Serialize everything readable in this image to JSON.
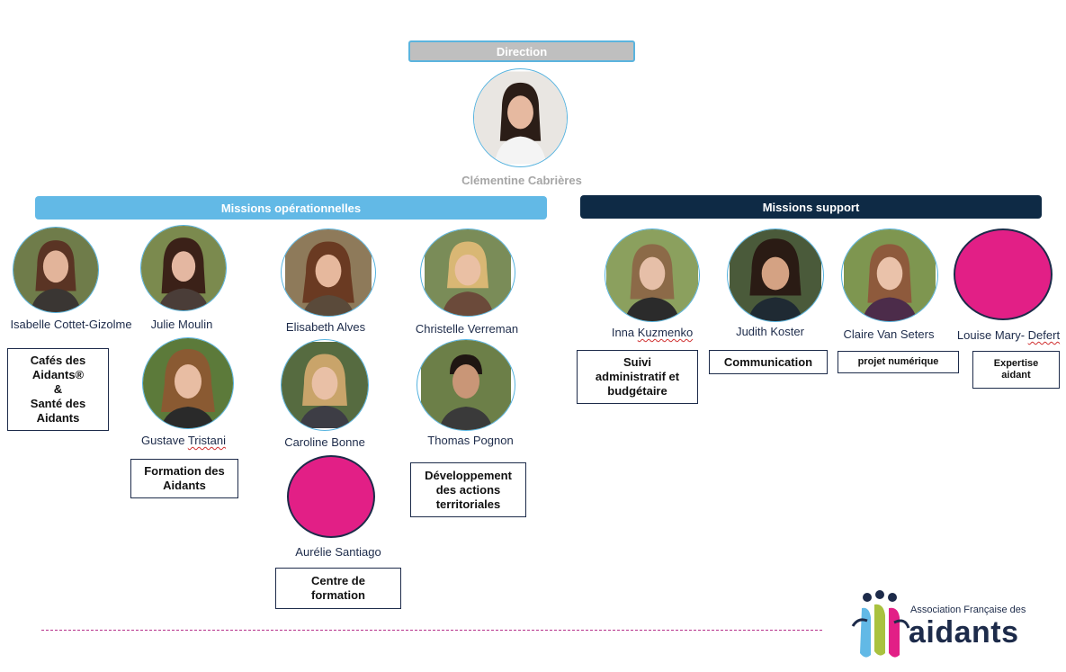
{
  "headers": {
    "direction": "Direction",
    "operational": "Missions opérationnelles",
    "support": "Missions support"
  },
  "director": {
    "name": "Clémentine Cabrières"
  },
  "operational": {
    "people": [
      {
        "name": "Isabelle Cottet-Gizolme"
      },
      {
        "name": "Julie Moulin"
      },
      {
        "name": "Elisabeth Alves"
      },
      {
        "name": "Christelle Verreman"
      },
      {
        "name_first": "Gustave ",
        "name_last": "Tristani"
      },
      {
        "name": "Caroline Bonne"
      },
      {
        "name": "Thomas Pognon"
      },
      {
        "name": "Aurélie Santiago"
      }
    ],
    "roles": {
      "cafes": [
        "Cafés des",
        "Aidants®",
        "&",
        "Santé des",
        "Aidants"
      ],
      "formation_aidants": [
        "Formation des",
        "Aidants"
      ],
      "developpement": [
        "Développement",
        "des actions",
        "territoriales"
      ],
      "centre_formation": [
        "Centre de",
        "formation"
      ]
    }
  },
  "support": {
    "people": [
      {
        "name_first": "Inna ",
        "name_last": "Kuzmenko"
      },
      {
        "name": "Judith Koster"
      },
      {
        "name": "Claire Van Seters"
      },
      {
        "name_first": "Louise Mary- ",
        "name_last": "Defert"
      }
    ],
    "roles": {
      "suivi": [
        "Suivi",
        "administratif et",
        "budgétaire"
      ],
      "communication": "Communication",
      "numerique": "projet numérique",
      "expertise": [
        "Expertise",
        "aidant"
      ]
    }
  },
  "logo": {
    "line1": "Association Française des",
    "line2": "aidants"
  },
  "colors": {
    "light_blue": "#62b9e6",
    "navy": "#0e2a45",
    "pink": "#e21f86",
    "green": "#a9c23f",
    "gray": "#bfbfbf"
  }
}
